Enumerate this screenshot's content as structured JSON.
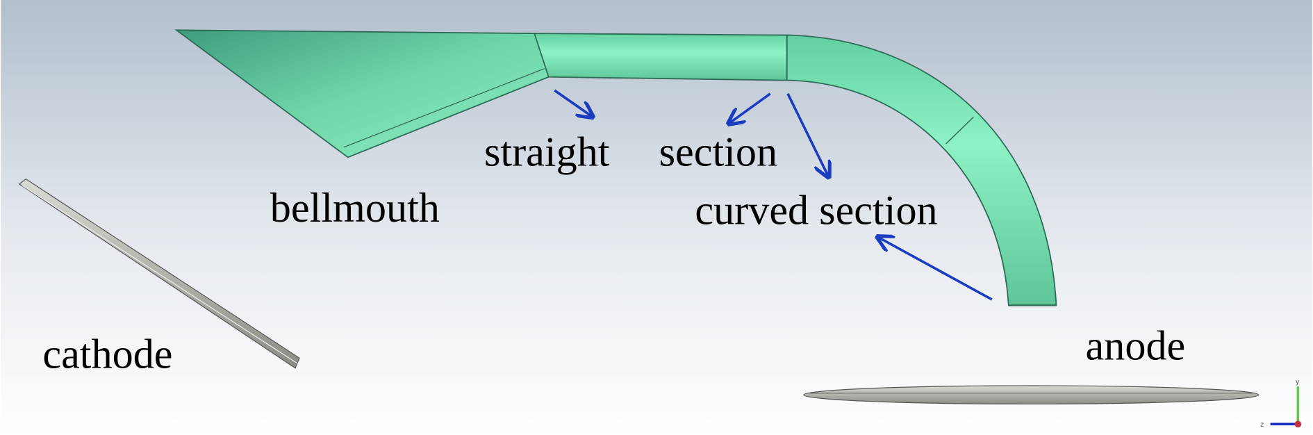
{
  "labels": {
    "bellmouth": "bellmouth",
    "straight": "straight",
    "section": "section",
    "curved_section": "curved section",
    "cathode": "cathode",
    "anode": "anode"
  },
  "axes": {
    "y": "y",
    "z": "z"
  },
  "colors": {
    "tube": "#7ee8b8",
    "tube_edge": "#2e6b58",
    "arrow": "#1a3cc0",
    "electrode": "#b8bab4",
    "bg_top": "#b4c0cc",
    "bg_bottom": "#ffffff"
  }
}
